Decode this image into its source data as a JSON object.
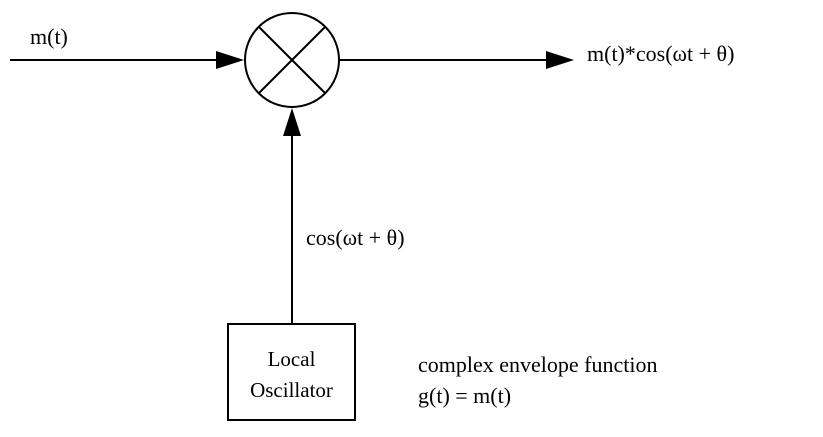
{
  "diagram": {
    "input_label": "m(t)",
    "output_label": "m(t)*cos(ωt + θ)",
    "carrier_label": "cos(ωt + θ)",
    "oscillator": {
      "line1": "Local",
      "line2": "Oscillator"
    },
    "note": {
      "line1": "complex envelope function",
      "line2": "g(t) = m(t)"
    }
  }
}
